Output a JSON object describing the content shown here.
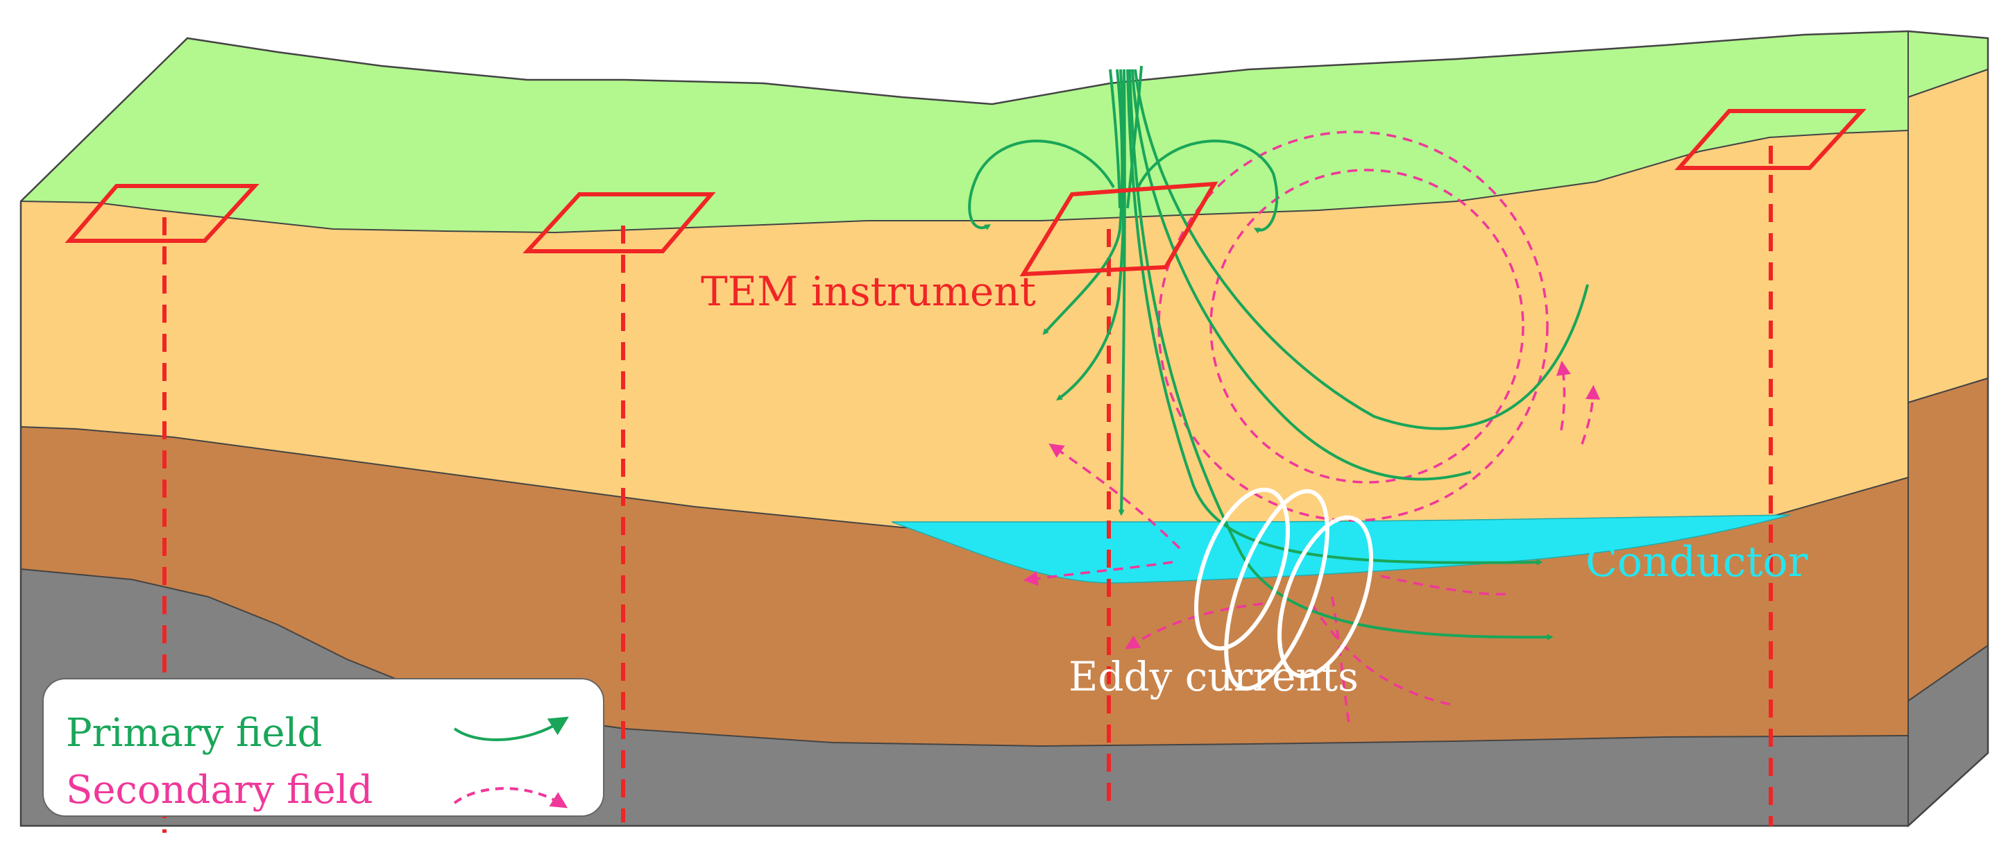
{
  "labels": {
    "tem_instrument": "TEM instrument",
    "conductor": "Conductor",
    "eddy_currents": "Eddy currents"
  },
  "legend": {
    "primary_label": "Primary field",
    "secondary_label": "Secondary field"
  },
  "colors": {
    "grass": "#b3f78f",
    "sand": "#fdd07e",
    "clay": "#c8834a",
    "bedrock": "#828282",
    "conductor": "#24e6f2",
    "primary_field": "#19a659",
    "secondary_field": "#f0389a",
    "instrument": "#f02525",
    "eddy": "#ffffff"
  }
}
